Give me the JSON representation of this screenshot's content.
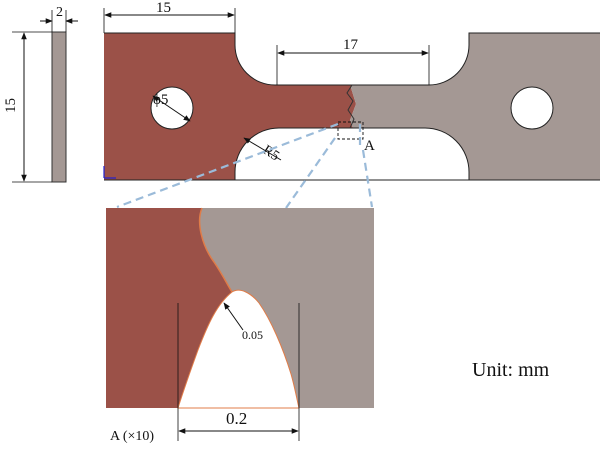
{
  "colors": {
    "left_part": "#9b5148",
    "right_part": "#a49894",
    "fracture_edge": "#e07c48",
    "zoom_dash": "#9bbbd9",
    "axis_blue": "#2020d0"
  },
  "side_view": {
    "thickness_label": "2",
    "height_label": "15"
  },
  "specimen": {
    "grip_width_label": "15",
    "gauge_length_label": "17",
    "hole_label": "ϕ5",
    "fillet_label": "R5",
    "detail_marker": "A"
  },
  "detail": {
    "title": "A (×10)",
    "width_label": "0.2",
    "tip_radius_label": "0.05"
  },
  "unit_label": "Unit: mm"
}
